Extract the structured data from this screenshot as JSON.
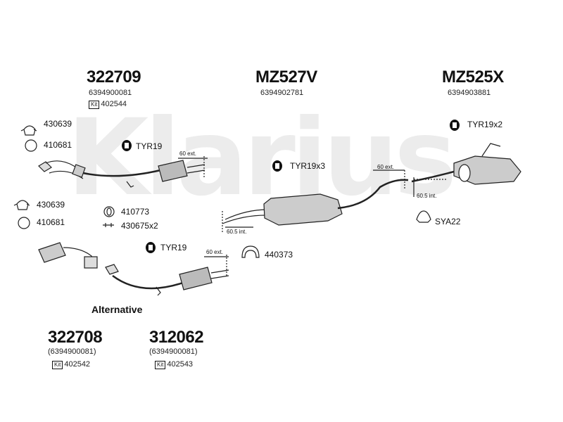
{
  "watermark": "Klarius",
  "groups": {
    "left_top": {
      "code": "322709",
      "oe": "6394900081",
      "kit_label": "Kit",
      "kit": "402544"
    },
    "middle": {
      "code": "MZ527V",
      "oe": "6394902781"
    },
    "right": {
      "code": "MZ525X",
      "oe": "6394903881"
    },
    "alt_a": {
      "code": "322708",
      "oe": "(6394900081)",
      "kit_label": "Kit",
      "kit": "402542"
    },
    "alt_b": {
      "code": "312062",
      "oe": "(6394900081)",
      "kit_label": "Kit",
      "kit": "402543"
    }
  },
  "parts": {
    "clamp_top": "430639",
    "ring_top": "410681",
    "tyr_left_top": "TYR19",
    "clamp_bottom": "430639",
    "ring_bottom": "410681",
    "ring_mid": "410773",
    "bolt_mid": "430675x2",
    "tyr_left_bottom": "TYR19",
    "bracket_mid": "440373",
    "tyr_middle": "TYR19x3",
    "tyr_right": "TYR19x2",
    "hanger_right": "SYA22"
  },
  "dims": {
    "ext_top": "60 ext.",
    "ext_bottom": "60 ext.",
    "int_middle": "60.5 int.",
    "ext_right": "60 ext.",
    "int_right": "60.5 int."
  },
  "alternative": "Alternative"
}
